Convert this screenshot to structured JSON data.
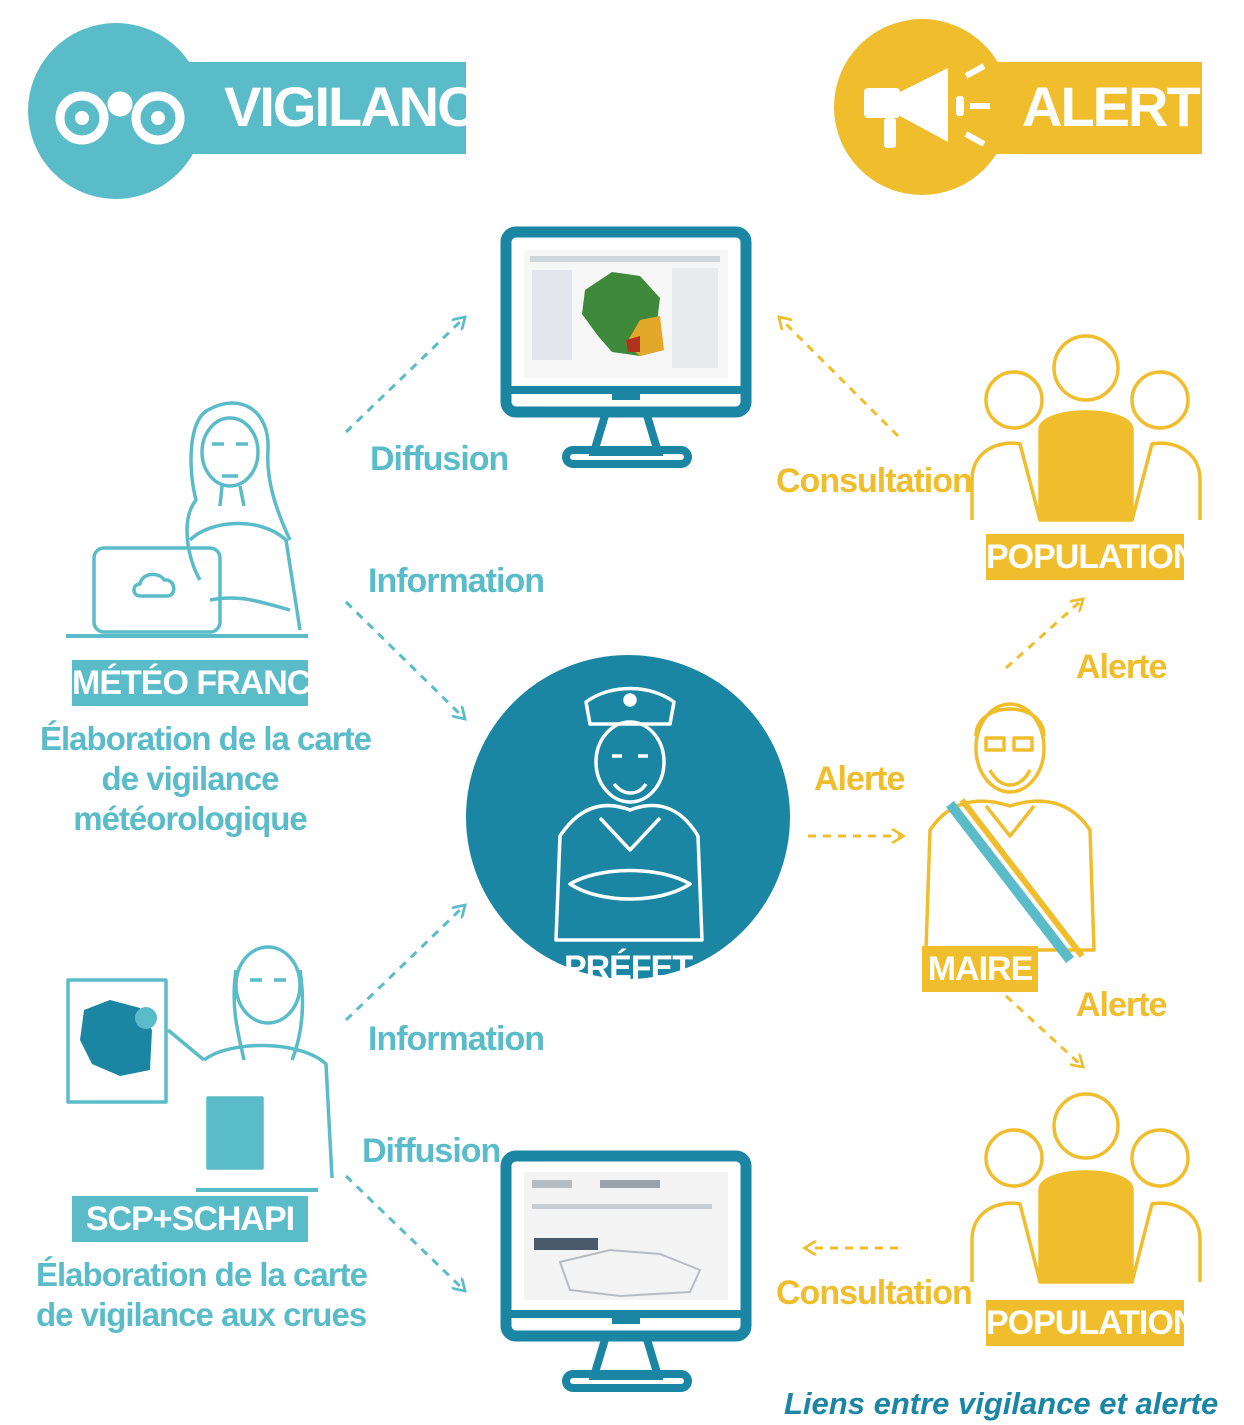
{
  "header": {
    "vigilance_title": "VIGILANCE",
    "alerte_title": "ALERTE"
  },
  "actors": {
    "meteo": {
      "tag": "MÉTÉO FRANCE",
      "desc": [
        "Élaboration de la carte",
        "de vigilance",
        "météorologique"
      ]
    },
    "scp": {
      "tag": "SCP+SCHAPI",
      "desc": [
        "Élaboration de la carte",
        "de vigilance aux crues"
      ]
    },
    "prefet": {
      "tag": "PRÉFET"
    },
    "maire": {
      "tag": "MAIRE"
    },
    "population_top": {
      "tag": "POPULATION"
    },
    "population_bottom": {
      "tag": "POPULATION"
    }
  },
  "arrows": {
    "diffusion_top": "Diffusion",
    "information_top": "Information",
    "information_bottom": "Information",
    "diffusion_bottom": "Diffusion",
    "consultation_top": "Consultation",
    "consultation_bottom": "Consultation",
    "alerte_prefet": "Alerte",
    "alerte_pop_top": "Alerte",
    "alerte_pop_bottom": "Alerte"
  },
  "caption": "Liens entre vigilance et alerte",
  "colors": {
    "teal": "#5bbcc9",
    "dark_teal": "#1b86a4",
    "yellow": "#f0bd2c"
  },
  "icons": [
    "binoculars-icon",
    "megaphone-icon",
    "monitor-icon",
    "woman-laptop-icon",
    "woman-map-icon",
    "prefet-icon",
    "maire-icon",
    "population-icon"
  ]
}
